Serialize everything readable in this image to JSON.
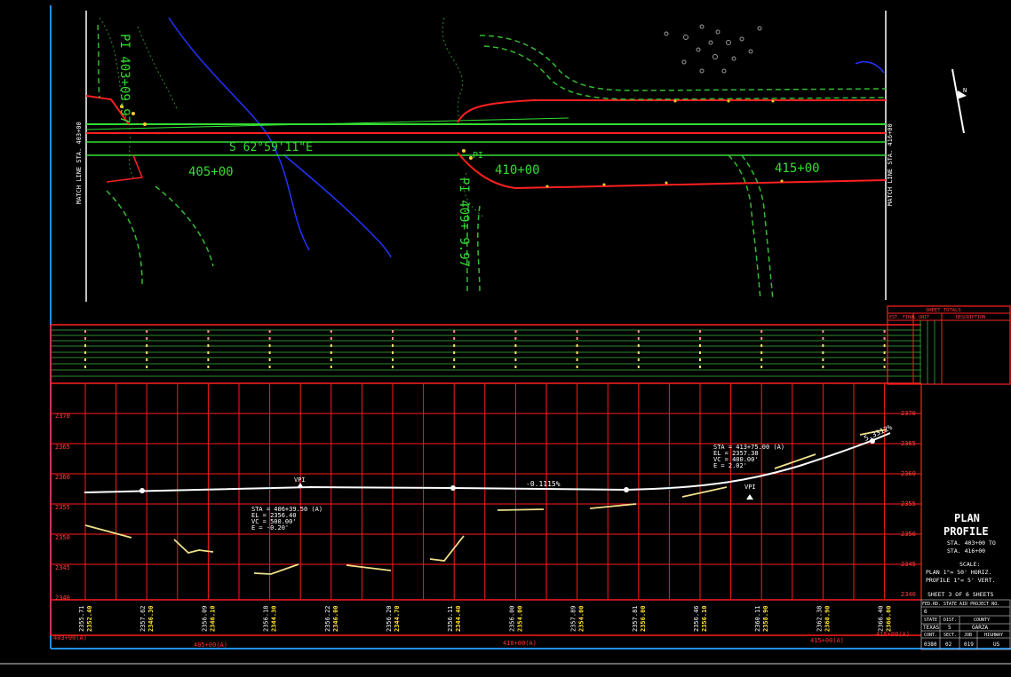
{
  "plan": {
    "pi_top": "PI 403+09.97",
    "pi_mid": "PI 409+ 9.97",
    "pi_small": "PI",
    "bearing": "S 62°59'11\"E",
    "stations": [
      "405+00",
      "410+00",
      "415+00"
    ],
    "match_left": "MATCH LINE STA. 403+00",
    "match_right": "MATCH LINE STA. 416+00",
    "north": "N"
  },
  "profile": {
    "elev_labels": [
      "2370",
      "2365",
      "2360",
      "2355",
      "2350",
      "2345",
      "2340"
    ],
    "bottom_stations": [
      "403+00(A)",
      "405+00(A)",
      "410+00(A)",
      "415+00(A)",
      "416+00(A)"
    ],
    "existing_elevs": [
      "2355.71",
      "2357.62",
      "2356.09",
      "2356.18",
      "2356.22",
      "2356.20",
      "2356.11",
      "2356.00",
      "2357.89",
      "2357.81",
      "2356.46",
      "2360.11",
      "2362.38",
      "2366.40"
    ],
    "proposed_elevs": [
      "2352.40",
      "2346.30",
      "2346.10",
      "2344.30",
      "2346.00",
      "2344.70",
      "2344.40",
      "2354.00",
      "2354.00",
      "2356.00",
      "2356.10",
      "2358.90",
      "2360.90",
      "2366.00"
    ],
    "grade_mid": "-0.1115%",
    "grade_right": "5.3312%",
    "vpi": "VPI",
    "vpi1": [
      "STA = 406+39.50 (A)",
      "EL  = 2356.40",
      "VC  = 500.00'",
      "E   = -0.20'"
    ],
    "vpi2": [
      "STA = 413+75.00 (A)",
      "EL  = 2357.38",
      "VC  = 400.00'",
      "E   = 2.02'"
    ]
  },
  "title_block": {
    "sheet_totals": "SHEET   TOTALS",
    "col_headers": [
      "EST. FINAL UNIT",
      "DESCRIPTION"
    ],
    "title1": "PLAN",
    "title2": "PROFILE",
    "sta_from": "STA. 403+00 TO",
    "sta_to": "STA. 416+00",
    "scale_label": "SCALE:",
    "scale_plan": "PLAN     1\"= 50' HORIZ.",
    "scale_profile": "PROFILE  1\"= 5' VERT.",
    "sheet_no": "SHEET  3 OF  6 SHEETS",
    "fed_row": [
      "FED.RD.",
      "STATE AID PROJECT NO."
    ],
    "fed_val": "6",
    "hdr_row": [
      "STATE",
      "DIST.",
      "COUNTY"
    ],
    "val_row": [
      "TEXAS",
      "5",
      "GARZA"
    ],
    "ctl_row": [
      "CONT.",
      "SECT.",
      "JOB",
      "HIGHWAY"
    ],
    "ctl_vals": [
      "0380",
      "02",
      "019",
      "US"
    ]
  },
  "colors": {
    "grid": "#ff1a1a",
    "road": "#33dd33",
    "contour": "#2e8a2e",
    "profile_line": "#ffffff",
    "ground": "#f0e08a",
    "water": "#2233ff",
    "frame": "#1e90ff"
  }
}
